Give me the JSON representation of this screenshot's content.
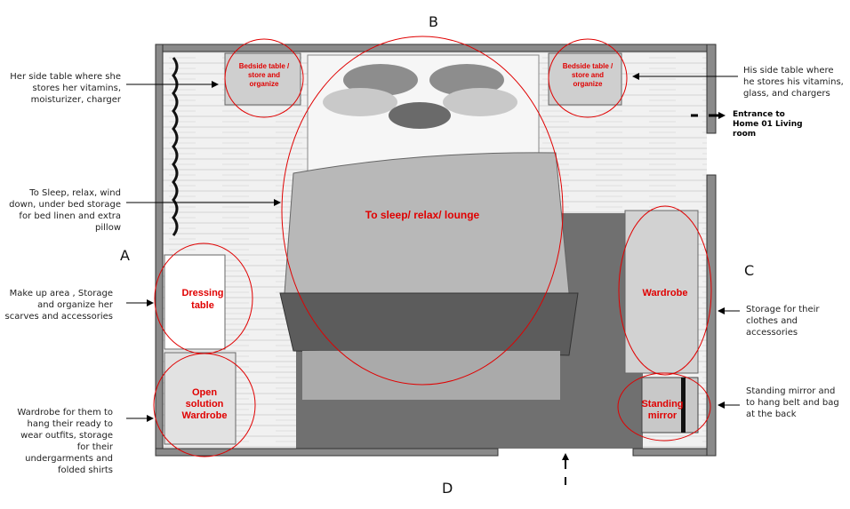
{
  "side_markers": {
    "a": "A",
    "b": "B",
    "c": "C",
    "d": "D"
  },
  "zones": {
    "bedside_left": "Bedside table / store and organize",
    "bedside_right": "Bedside table / store and organize",
    "bed": "To sleep/ relax/ lounge",
    "dressing_table": "Dressing table",
    "open_wardrobe": "Open solution Wardrobe",
    "wardrobe": "Wardrobe",
    "standing_mirror": "Standing mirror"
  },
  "notes": {
    "her_side_table": "Her side table where she stores her vitamins, moisturizer, charger",
    "bed": "To Sleep, relax, wind down, under bed storage for bed linen and extra pillow",
    "makeup": "Make up area , Storage and organize her scarves and accessories",
    "open_wardrobe": "Wardrobe for them to hang their ready to wear outfits, storage for their undergarments and folded shirts",
    "his_side_table": "His side table where he stores his vitamins, glass, and chargers",
    "wardrobe": "Storage for their clothes and accessories",
    "mirror": "Standing mirror and to hang belt and bag at the back",
    "entrance": "Entrance to Home 01 Living room"
  },
  "colors": {
    "highlight": "#e00000",
    "wall": "#7a7a7a",
    "rug": "#6e6e6e"
  }
}
